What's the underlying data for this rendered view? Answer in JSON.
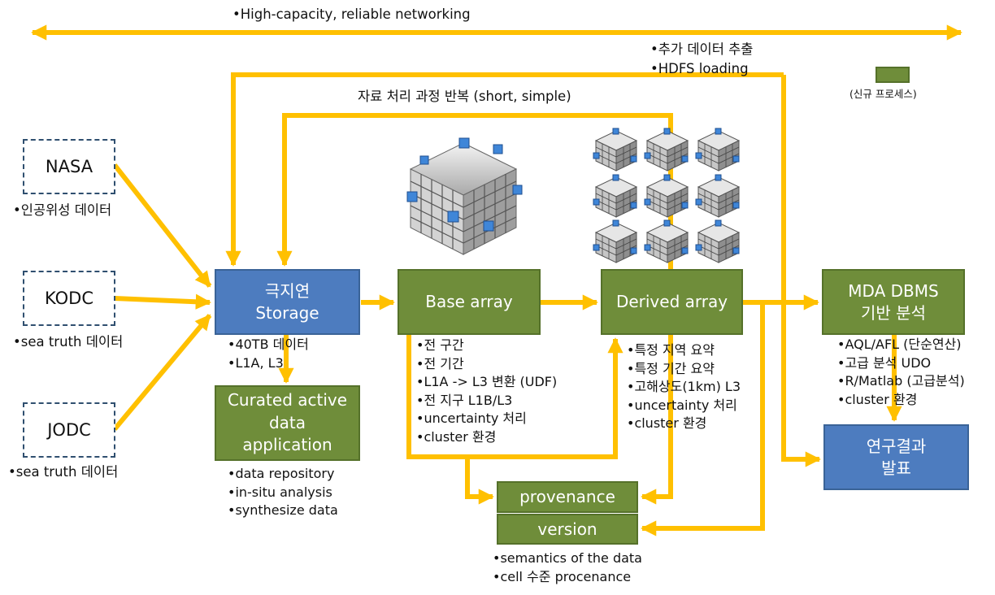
{
  "top_banner": {
    "label": "High-capacity, reliable networking"
  },
  "extra_extract": {
    "line1": "추가 데이터 추출",
    "line2": "HDFS loading"
  },
  "loop_label": "자료 처리 과정 반복 (short, simple)",
  "legend": {
    "label": "(신규 프로세스)"
  },
  "sources": [
    {
      "name": "NASA",
      "caption": "인공위성 데이터"
    },
    {
      "name": "KODC",
      "caption": "sea truth 데이터"
    },
    {
      "name": "JODC",
      "caption": "sea truth 데이터"
    }
  ],
  "storage": {
    "line1": "극지연",
    "line2": "Storage",
    "notes": [
      "40TB 데이터",
      "L1A, L3"
    ]
  },
  "curated": {
    "line1": "Curated active",
    "line2": "data",
    "line3": "application",
    "notes": [
      "data repository",
      "in-situ analysis",
      "synthesize data"
    ]
  },
  "base_array": {
    "label": "Base array",
    "notes": [
      "전 구간",
      "전 기간",
      "L1A -> L3 변환 (UDF)",
      "전 지구 L1B/L3",
      "uncertainty 처리",
      "cluster 환경"
    ]
  },
  "derived_array": {
    "label": "Derived array",
    "notes": [
      "특정 지역 요약",
      "특정 기간 요약",
      "고해상도(1km) L3",
      "uncertainty 처리",
      "cluster 환경"
    ]
  },
  "provenance": {
    "label1": "provenance",
    "label2": "version",
    "notes": [
      "semantics of the data",
      "cell 수준 procenance"
    ]
  },
  "mda": {
    "line1": "MDA DBMS",
    "line2": "기반 분석",
    "notes": [
      "AQL/AFL (단순연산)",
      "고급 분석 UDO",
      "R/Matlab (고급분석)",
      "cluster 환경"
    ]
  },
  "result": {
    "line1": "연구결과",
    "line2": "발표"
  },
  "colors": {
    "arrow": "#ffc000",
    "blue_box": "#4d7cbf",
    "green_box": "#6f8d3a"
  }
}
